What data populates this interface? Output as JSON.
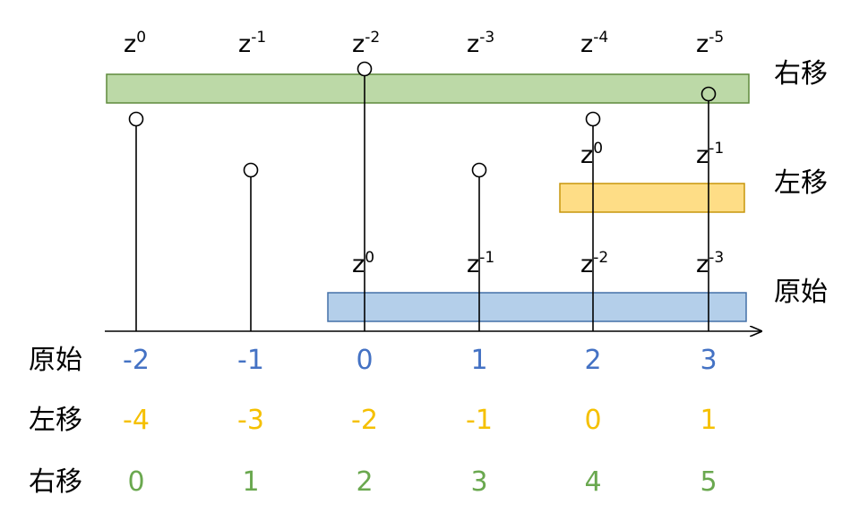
{
  "colors": {
    "original": "#4472c4",
    "left_shift": "#f5c000",
    "right_shift": "#6aa84f",
    "band_original_fill": "#b4cfea",
    "band_original_stroke": "#4470a8",
    "band_left_fill": "#fedd86",
    "band_left_stroke": "#c7960c",
    "band_right_fill": "#bcd9a7",
    "band_right_stroke": "#5e8a3c",
    "stem": "#000000"
  },
  "side_labels": {
    "right": "右移",
    "left": "左移",
    "original": "原始"
  },
  "rows": {
    "original": {
      "label": "原始",
      "values": [
        "-2",
        "-1",
        "0",
        "1",
        "2",
        "3"
      ]
    },
    "left": {
      "label": "左移",
      "values": [
        "-4",
        "-3",
        "-2",
        "-1",
        "0",
        "1"
      ]
    },
    "right": {
      "label": "右移",
      "values": [
        "0",
        "1",
        "2",
        "3",
        "4",
        "5"
      ]
    }
  },
  "z_rows": {
    "right": [
      {
        "base": "z",
        "exp": "0"
      },
      {
        "base": "z",
        "exp": "-1"
      },
      {
        "base": "z",
        "exp": "-2"
      },
      {
        "base": "z",
        "exp": "-3"
      },
      {
        "base": "z",
        "exp": "-4"
      },
      {
        "base": "z",
        "exp": "-5"
      }
    ],
    "left": [
      {
        "base": "z",
        "exp": "0"
      },
      {
        "base": "z",
        "exp": "-1"
      }
    ],
    "original": [
      {
        "base": "z",
        "exp": "0"
      },
      {
        "base": "z",
        "exp": "-1"
      },
      {
        "base": "z",
        "exp": "-2"
      },
      {
        "base": "z",
        "exp": "-3"
      }
    ]
  },
  "stems": [
    {
      "n": "-2"
    },
    {
      "n": "-1"
    },
    {
      "n": "0"
    },
    {
      "n": "1"
    },
    {
      "n": "2"
    },
    {
      "n": "3"
    }
  ]
}
